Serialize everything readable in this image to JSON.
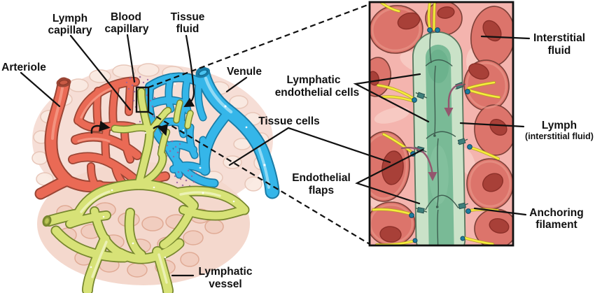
{
  "diagram": {
    "description": "Lymphatic capillary anatomy diagram: capillary bed overview with magnified inset of lymphatic capillary wall",
    "labels": {
      "arteriole": "Arteriole",
      "lymph_capillary_line1": "Lymph",
      "lymph_capillary_line2": "capillary",
      "blood_capillary_line1": "Blood",
      "blood_capillary_line2": "capillary",
      "tissue_fluid_line1": "Tissue",
      "tissue_fluid_line2": "fluid",
      "venule": "Venule",
      "tissue_cells": "Tissue cells",
      "lymphatic_endothelial_cells_line1": "Lymphatic",
      "lymphatic_endothelial_cells_line2": "endothelial cells",
      "endothelial_flaps_line1": "Endothelial",
      "endothelial_flaps_line2": "flaps",
      "lymphatic_vessel_line1": "Lymphatic",
      "lymphatic_vessel_line2": "vessel",
      "interstitial_fluid_line1": "Interstitial",
      "interstitial_fluid_line2": "fluid",
      "lymph_line1": "Lymph",
      "lymph_line2": "(interstitial fluid)",
      "anchoring_filament_line1": "Anchoring",
      "anchoring_filament_line2": "filament"
    },
    "colors": {
      "arteriole_red": "#ea6a55",
      "venule_blue": "#35b6e9",
      "lymphatic_green_yellow": "#d7e277",
      "tissue_background_pink": "#f6ded6",
      "stipple_purple": "#96629e",
      "inset_cell_red": "#dc746b",
      "inset_nucleus": "#a84038",
      "interstitial_fluid_pink": "#f4b4ae",
      "endothelial_cell_green": "#cae2c8",
      "lymph_lumen_green": "#79ba96",
      "anchoring_filament_yellow": "#f5ed3c",
      "junction_teal": "#3e7f7b",
      "junction_dot_blue": "#1d7da1",
      "flow_arrow_purple": "#94566e",
      "line_black": "#111111"
    }
  }
}
